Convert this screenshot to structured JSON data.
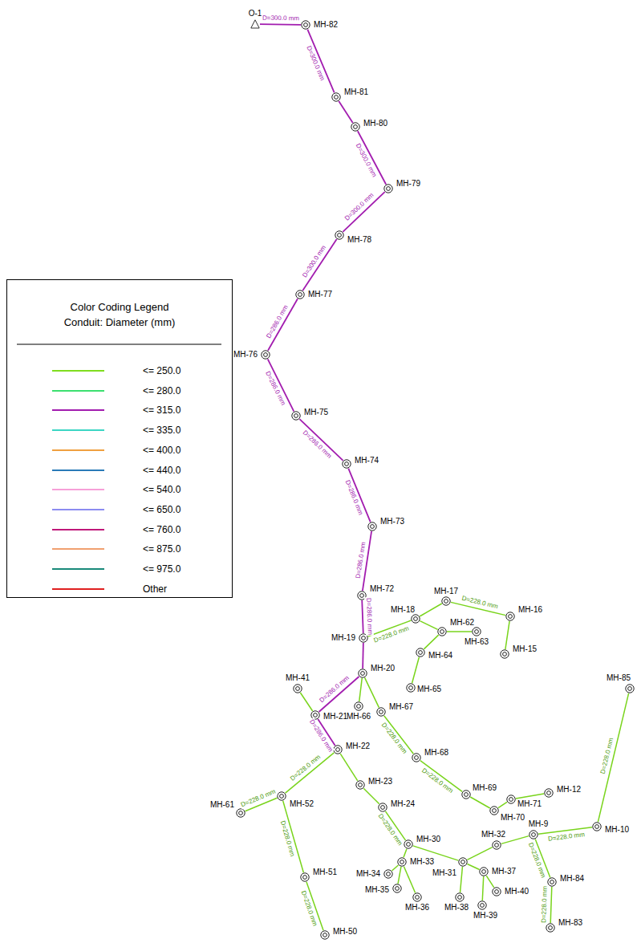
{
  "diagram": {
    "nodes": [
      {
        "text": [
          "O-1"
        ]
      },
      {
        "text": [
          "MH-82"
        ]
      },
      {
        "text": [
          "MH-81"
        ]
      },
      {
        "text": [
          "MH-80"
        ]
      },
      {
        "text": [
          "MH-79"
        ]
      },
      {
        "text": [
          "MH-78"
        ]
      },
      {
        "text": [
          "MH-77"
        ]
      },
      {
        "text": [
          "MH-76"
        ]
      },
      {
        "text": [
          "MH-75"
        ]
      },
      {
        "text": [
          "MH-74"
        ]
      },
      {
        "text": [
          "MH-73"
        ]
      },
      {
        "text": [
          "MH-72"
        ]
      },
      {
        "text": [
          "MH-17"
        ]
      },
      {
        "text": [
          "MH-16"
        ]
      },
      {
        "text": [
          "MH-18"
        ]
      },
      {
        "text": [
          "MH-62"
        ]
      },
      {
        "text": [
          "MH-63"
        ]
      },
      {
        "text": [
          "MH-19"
        ]
      },
      {
        "text": [
          "MH-15"
        ]
      },
      {
        "text": [
          "MH-64"
        ]
      },
      {
        "text": [
          "MH-20"
        ]
      },
      {
        "text": [
          "MH-85"
        ]
      },
      {
        "text": [
          "MH-41"
        ]
      },
      {
        "text": [
          "MH-65"
        ]
      },
      {
        "text": [
          "MH-66"
        ]
      },
      {
        "text": [
          "MH-67"
        ]
      },
      {
        "text": [
          "MH-21"
        ]
      },
      {
        "text": [
          "MH-22"
        ]
      },
      {
        "text": [
          "MH-68"
        ]
      },
      {
        "text": [
          "MH-23"
        ]
      },
      {
        "text": [
          "MH-52"
        ]
      },
      {
        "text": [
          "MH-12"
        ]
      },
      {
        "text": [
          "MH-69"
        ]
      },
      {
        "text": [
          "MH-71"
        ]
      },
      {
        "text": [
          "MH-24"
        ]
      },
      {
        "text": [
          "MH-61"
        ]
      },
      {
        "text": [
          "MH-70"
        ]
      },
      {
        "text": [
          "MH-10"
        ]
      },
      {
        "text": [
          "MH-9"
        ]
      },
      {
        "text": [
          "MH-30"
        ]
      },
      {
        "text": [
          "MH-32"
        ]
      },
      {
        "text": [
          "MH-31"
        ]
      },
      {
        "text": [
          "MH-33"
        ]
      },
      {
        "text": [
          "MH-37"
        ]
      },
      {
        "text": [
          "MH-34"
        ]
      },
      {
        "text": [
          "MH-51"
        ]
      },
      {
        "text": [
          "MH-84"
        ]
      },
      {
        "text": [
          "MH-35"
        ]
      },
      {
        "text": [
          "MH-40"
        ]
      },
      {
        "text": [
          "MH-36"
        ]
      },
      {
        "text": [
          "MH-38"
        ]
      },
      {
        "text": [
          "MH-39"
        ]
      },
      {
        "text": [
          "MH-83"
        ]
      },
      {
        "text": [
          "MH-50"
        ]
      }
    ],
    "edges": [
      {
        "from": 1,
        "to": 0,
        "arrow": "none",
        "label": "D=300.0 mm"
      },
      {
        "from": 2,
        "to": 1,
        "arrow": "none",
        "label": "D=300.0 mm"
      },
      {
        "from": 3,
        "to": 2,
        "arrow": "none"
      },
      {
        "from": 4,
        "to": 3,
        "arrow": "none",
        "label": "D=300.0 mm"
      },
      {
        "from": 5,
        "to": 4,
        "arrow": "none",
        "label": "D=300.0 mm"
      },
      {
        "from": 6,
        "to": 5,
        "arrow": "none",
        "label": "D=300.0 mm"
      },
      {
        "from": 7,
        "to": 6,
        "arrow": "none",
        "label": "D=286.0 mm"
      },
      {
        "from": 8,
        "to": 7,
        "arrow": "none",
        "label": "D=286.0 mm"
      },
      {
        "from": 9,
        "to": 8,
        "arrow": "none",
        "label": "D=286.0 mm"
      },
      {
        "from": 10,
        "to": 9,
        "arrow": "none",
        "label": "D=286.0 mm"
      },
      {
        "from": 11,
        "to": 10,
        "arrow": "none",
        "label": "D=286.0 mm"
      },
      {
        "from": 17,
        "to": 11,
        "arrow": "none",
        "label": "D=286.0 mm"
      },
      {
        "from": 20,
        "to": 17,
        "arrow": "none"
      },
      {
        "from": 26,
        "to": 20,
        "arrow": "none",
        "label": "D=286.0 mm"
      },
      {
        "from": 27,
        "to": 26,
        "arrow": "none",
        "label": "D=286.0 mm"
      },
      {
        "from": 14,
        "to": 17,
        "arrow": "none",
        "label": "D=228.0 mm"
      },
      {
        "from": 12,
        "to": 14,
        "arrow": "none"
      },
      {
        "from": 13,
        "to": 12,
        "arrow": "none",
        "label": "D=228.0 mm"
      },
      {
        "from": 18,
        "to": 13,
        "arrow": "none"
      },
      {
        "from": 15,
        "to": 14,
        "arrow": "none"
      },
      {
        "from": 16,
        "to": 15,
        "arrow": "none"
      },
      {
        "from": 19,
        "to": 15,
        "arrow": "none"
      },
      {
        "from": 23,
        "to": 19,
        "arrow": "none"
      },
      {
        "from": 24,
        "to": 20,
        "arrow": "none"
      },
      {
        "from": 25,
        "to": 20,
        "arrow": "none"
      },
      {
        "from": 28,
        "to": 25,
        "arrow": "none",
        "label": "D=228.0 mm"
      },
      {
        "from": 32,
        "to": 28,
        "arrow": "none",
        "label": "D=228.0 mm"
      },
      {
        "from": 36,
        "to": 32,
        "arrow": "none"
      },
      {
        "from": 33,
        "to": 36,
        "arrow": "none"
      },
      {
        "from": 31,
        "to": 33,
        "arrow": "none"
      },
      {
        "from": 22,
        "to": 26,
        "arrow": "none"
      },
      {
        "from": 29,
        "to": 27,
        "arrow": "none"
      },
      {
        "from": 34,
        "to": 29,
        "arrow": "none"
      },
      {
        "from": 39,
        "to": 34,
        "arrow": "none",
        "label": "D=228.0 mm"
      },
      {
        "from": 42,
        "to": 39,
        "arrow": "none"
      },
      {
        "from": 44,
        "to": 42,
        "arrow": "none"
      },
      {
        "from": 47,
        "to": 42,
        "arrow": "none"
      },
      {
        "from": 49,
        "to": 42,
        "arrow": "none"
      },
      {
        "from": 41,
        "to": 39,
        "arrow": "none"
      },
      {
        "from": 40,
        "to": 41,
        "arrow": "none"
      },
      {
        "from": 38,
        "to": 40,
        "arrow": "none"
      },
      {
        "from": 37,
        "to": 38,
        "arrow": "none",
        "label": "D=228.0 mm"
      },
      {
        "from": 21,
        "to": 37,
        "arrow": "none",
        "label": "D=228.0 mm"
      },
      {
        "from": 46,
        "to": 38,
        "arrow": "none",
        "label": "D=228.0 mm"
      },
      {
        "from": 52,
        "to": 46,
        "arrow": "none",
        "label": "D=228.0 mm"
      },
      {
        "from": 43,
        "to": 41,
        "arrow": "none"
      },
      {
        "from": 50,
        "to": 41,
        "arrow": "none"
      },
      {
        "from": 51,
        "to": 43,
        "arrow": "none"
      },
      {
        "from": 48,
        "to": 43,
        "arrow": "none"
      },
      {
        "from": 30,
        "to": 27,
        "arrow": "none",
        "label": "D=228.0 mm"
      },
      {
        "from": 35,
        "to": 30,
        "arrow": "none",
        "label": "D=228.0 mm"
      },
      {
        "from": 45,
        "to": 30,
        "arrow": "none",
        "label": "D=228.0 mm"
      },
      {
        "from": 53,
        "to": 45,
        "arrow": "none",
        "label": "D=228.0 mm"
      }
    ],
    "labels": [
      "Color Coding Legend",
      "Conduit: Diameter (mm)"
    ],
    "legend": [
      {
        "text": "<= 250.0",
        "color": "#7fdd1f"
      },
      {
        "text": "<= 280.0",
        "color": "#3ce070"
      },
      {
        "text": "<= 315.0",
        "color": "#a21caf"
      },
      {
        "text": "<= 335.0",
        "color": "#3cd6c4"
      },
      {
        "text": "<= 400.0",
        "color": "#f0a040"
      },
      {
        "text": "<= 440.0",
        "color": "#2a7ab8"
      },
      {
        "text": "<= 540.0",
        "color": "#f7a0d8"
      },
      {
        "text": "<= 650.0",
        "color": "#8c8cf0"
      },
      {
        "text": "<= 760.0",
        "color": "#c0187a"
      },
      {
        "text": "<= 875.0",
        "color": "#f0a070"
      },
      {
        "text": "<= 975.0",
        "color": "#1a8a7a"
      },
      {
        "text": "Other",
        "color": "#e02020"
      }
    ]
  }
}
